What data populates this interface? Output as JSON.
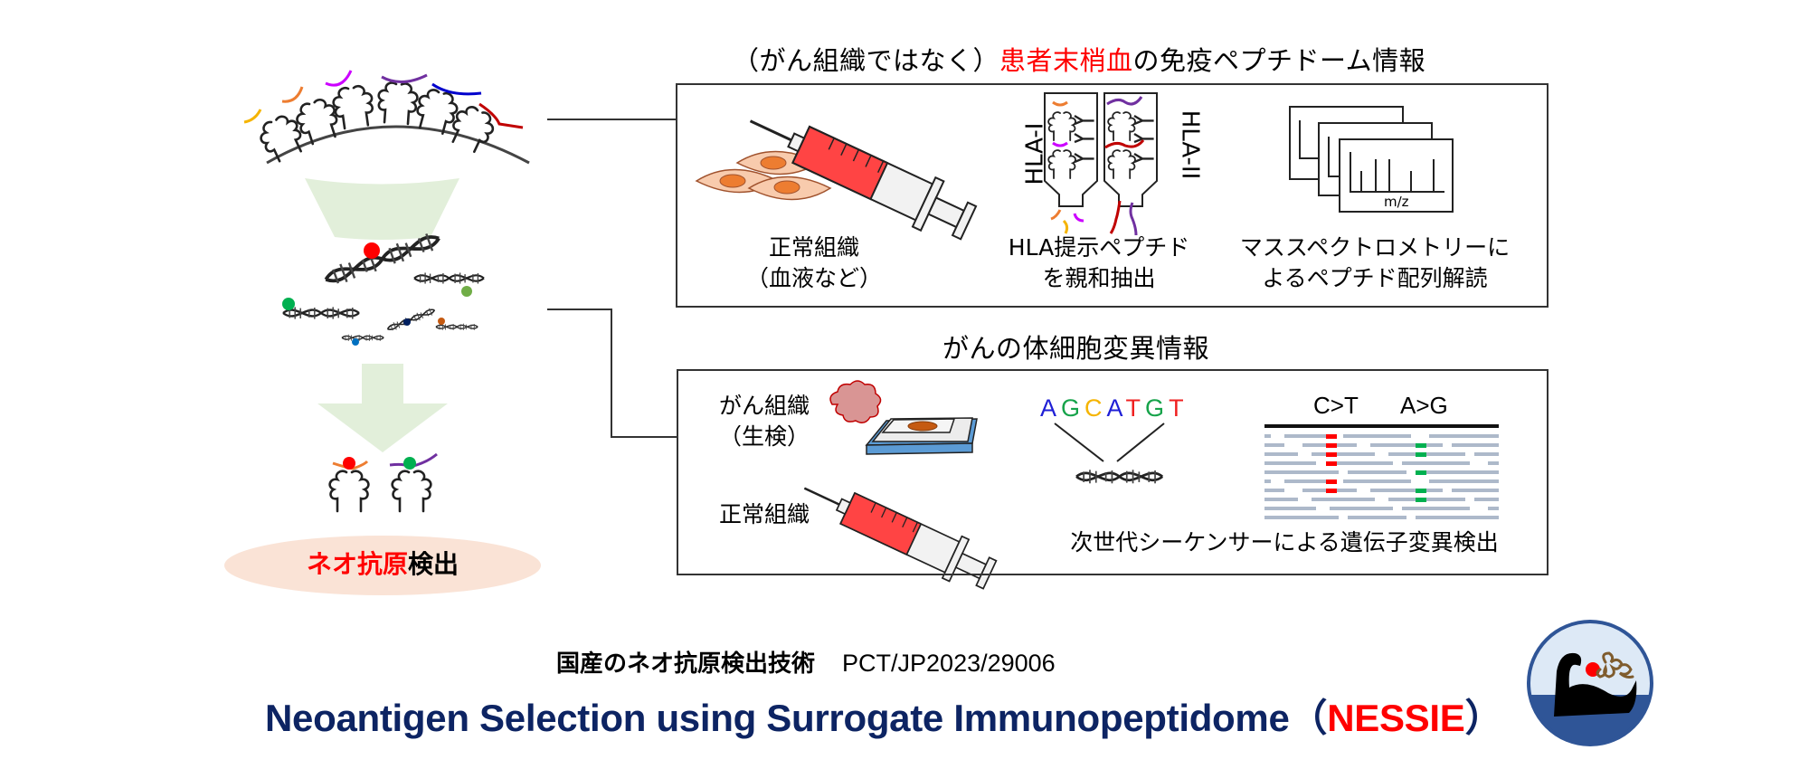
{
  "sections": {
    "immunopeptidome": {
      "title_prefix": "（がん組織ではなく）",
      "title_highlight": "患者末梢血",
      "title_suffix": "の免疫ペプチドーム情報",
      "steps": [
        {
          "line1": "正常組織",
          "line2": "（血液など）",
          "icon": "syringe-and-cells-icon"
        },
        {
          "line1": "HLA提示ペプチド",
          "line2": "を親和抽出",
          "icon": "affinity-column-icon"
        },
        {
          "line1": "マススペクトロメトリーに",
          "line2": "よるペプチド配列解読",
          "icon": "mass-spectrum-icon"
        }
      ],
      "column_labels": {
        "left": "HLA-I",
        "right": "HLA-II"
      },
      "spectrum_axis_label": "m/z"
    },
    "somatic_mutation": {
      "title": "がんの体細胞変異情報",
      "tumor_label_line1": "がん組織",
      "tumor_label_line2": "（生検）",
      "normal_label": "正常組織",
      "sequence_letters": [
        {
          "letter": "A",
          "color": "#1f1fd6"
        },
        {
          "letter": "G",
          "color": "#16a34a"
        },
        {
          "letter": "C",
          "color": "#f5b400"
        },
        {
          "letter": "A",
          "color": "#1f1fd6"
        },
        {
          "letter": "T",
          "color": "#ef2020"
        },
        {
          "letter": "G",
          "color": "#16a34a"
        },
        {
          "letter": "T",
          "color": "#ef2020"
        }
      ],
      "variant_labels": [
        "C>T",
        "A>G"
      ],
      "caption": "次世代シーケンサーによる遺伝子変異検出"
    }
  },
  "flow": {
    "result_highlight": "ネオ抗原",
    "result_suffix": "検出"
  },
  "footer": {
    "line1_jp": "国産のネオ抗原検出技術",
    "line1_patent": "PCT/JP2023/29006",
    "line2_main": "Neoantigen Selection using Surrogate Immunopeptidome",
    "line2_open": "（",
    "line2_acronym": "NESSIE",
    "line2_close": "）"
  },
  "colors": {
    "highlight_red": "#ff0000",
    "footer_navy": "#0d2463",
    "funnel_green": "#e2efda",
    "ellipse_peach": "#fae3d6",
    "logo_blue": "#2f5597",
    "logo_sky": "#dde9f6",
    "read_gray": "#adb9ca",
    "mutation_red": "#ff0000",
    "mutation_green": "#00b050"
  }
}
